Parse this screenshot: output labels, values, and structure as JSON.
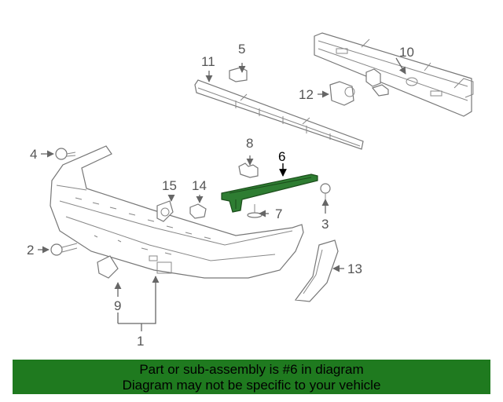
{
  "callouts": {
    "c1": "1",
    "c2": "2",
    "c3": "3",
    "c4": "4",
    "c5": "5",
    "c6": "6",
    "c7": "7",
    "c8": "8",
    "c9": "9",
    "c10": "10",
    "c11": "11",
    "c12": "12",
    "c13": "13",
    "c14": "14",
    "c15": "15"
  },
  "highlighted_part": "6",
  "colors": {
    "highlight_part": "#2e7d32",
    "banner_background": "#1f7a1f",
    "banner_text": "#000000"
  },
  "banner": {
    "line1": "Part or sub-assembly is #6 in diagram",
    "line2": "Diagram may not be specific to your vehicle"
  }
}
